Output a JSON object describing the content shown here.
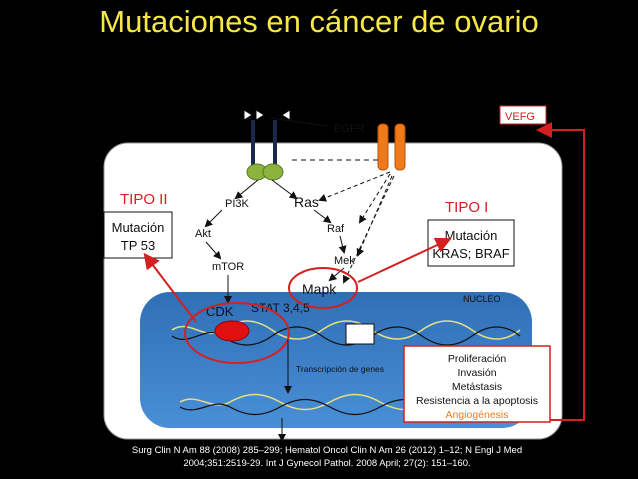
{
  "slide": {
    "title": "Mutaciones en cáncer de ovario",
    "citation_line1": "Surg Clin N Am 88 (2008) 285–299; Hematol Oncol Clin N Am 26 (2012) 1–12; N Engl J Med",
    "citation_line2": "2004;351:2519-29. Int J Gynecol Pathol. 2008 April; 27(2): 151–160."
  },
  "diagram": {
    "receptors": {
      "egfr": "EGFR",
      "vefg": "VEFG"
    },
    "pathway": {
      "pi3k": "PI3K",
      "akt": "Akt",
      "mtor": "mTOR",
      "ras": "Ras",
      "raf": "Raf",
      "mek": "Mek",
      "mapk": "Mapk",
      "cdk": "CDK",
      "stat": "STAT 3,4,5"
    },
    "nucleus_label": "NUCLEO",
    "transcription": "Transcripción de genes",
    "tipo2": {
      "label": "TIPO II",
      "line1": "Mutación",
      "line2": "TP 53"
    },
    "tipo1": {
      "label": "TIPO I",
      "line1": "Mutación",
      "line2": "KRAS; BRAF"
    },
    "outcomes": {
      "line1": "Proliferación",
      "line2": "Invasión",
      "line3": "Metástasis",
      "line4": "Resistencia a la apoptosis",
      "line5": "Angiogénesis"
    },
    "colors": {
      "title": "#f5e64a",
      "red": "#d42020",
      "nucleus": "#3a7fc8",
      "orange": "#f07a1a",
      "receptor": "#8db33f"
    }
  }
}
